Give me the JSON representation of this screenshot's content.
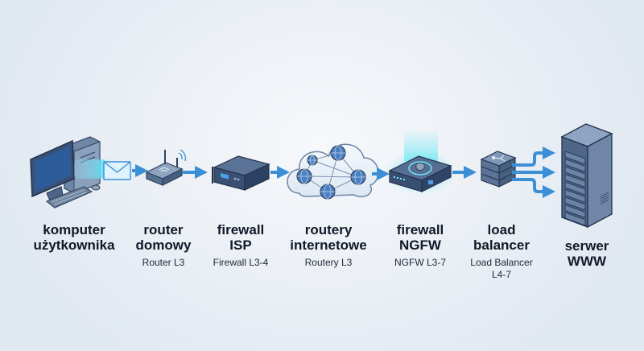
{
  "diagram": {
    "colors": {
      "arrow": "#3b8fd6",
      "device_dark": "#4a6282",
      "device_light": "#9bb3cf",
      "glow": "#34d7ef",
      "text": "#111827"
    },
    "nodes": [
      {
        "id": "user-computer",
        "icon": "desktop-computer-icon",
        "title_lines": [
          "komputer",
          "użytkownika"
        ],
        "subtitle": ""
      },
      {
        "id": "home-router",
        "icon": "wifi-router-icon",
        "title_lines": [
          "router",
          "domowy"
        ],
        "subtitle": "Router L3"
      },
      {
        "id": "isp-firewall",
        "icon": "rack-firewall-icon",
        "title_lines": [
          "firewall",
          "ISP"
        ],
        "subtitle": "Firewall L3-4"
      },
      {
        "id": "internet-routers",
        "icon": "internet-cloud-icon",
        "title_lines": [
          "routery",
          "internetowe"
        ],
        "subtitle": "Routery L3"
      },
      {
        "id": "ngfw",
        "icon": "ngfw-shield-appliance-icon",
        "title_lines": [
          "firewall",
          "NGFW"
        ],
        "subtitle": "NGFW L3-7"
      },
      {
        "id": "load-balancer",
        "icon": "load-balancer-icon",
        "title_lines": [
          "load",
          "balancer"
        ],
        "subtitle_lines": [
          "Load Balancer",
          "L4-7"
        ]
      },
      {
        "id": "web-server",
        "icon": "server-rack-icon",
        "title_lines": [
          "serwer",
          "WWW"
        ],
        "subtitle": ""
      }
    ],
    "edges": [
      {
        "from": "user-computer",
        "to": "home-router",
        "payload": "envelope-icon"
      },
      {
        "from": "home-router",
        "to": "isp-firewall"
      },
      {
        "from": "isp-firewall",
        "to": "internet-routers"
      },
      {
        "from": "internet-routers",
        "to": "ngfw"
      },
      {
        "from": "ngfw",
        "to": "load-balancer"
      },
      {
        "from": "load-balancer",
        "to": "web-server",
        "fan_out": 3
      }
    ]
  }
}
